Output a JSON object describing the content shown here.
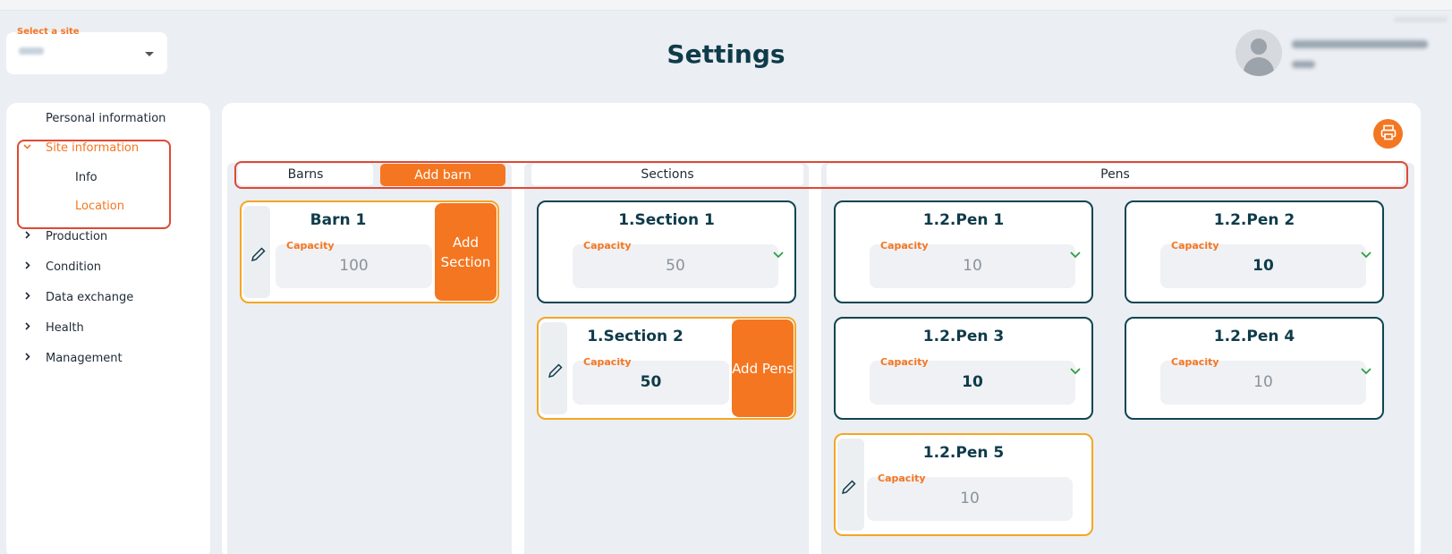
{
  "site_select": {
    "label": "Select a site",
    "value": ""
  },
  "page_title": "Settings",
  "user": {
    "email": "",
    "site": ""
  },
  "sidebar": {
    "items": [
      {
        "label": "Personal information"
      },
      {
        "label": "Site information",
        "expanded": true
      },
      {
        "label": "Info"
      },
      {
        "label": "Location"
      },
      {
        "label": "Production"
      },
      {
        "label": "Condition"
      },
      {
        "label": "Data exchange"
      },
      {
        "label": "Health"
      },
      {
        "label": "Management"
      }
    ]
  },
  "columns": {
    "barns": "Barns",
    "add_barn": "Add barn",
    "sections": "Sections",
    "pens": "Pens"
  },
  "capacity_label": "Capacity",
  "barns": [
    {
      "name": "Barn 1",
      "capacity": "100",
      "add_label": "Add Section"
    }
  ],
  "sections": [
    {
      "name": "1.Section 1",
      "capacity": "50"
    },
    {
      "name": "1.Section 2",
      "capacity": "50",
      "add_label": "Add Pens"
    }
  ],
  "pens": [
    {
      "name": "1.2.Pen 1",
      "capacity": "10"
    },
    {
      "name": "1.2.Pen 2",
      "capacity": "10"
    },
    {
      "name": "1.2.Pen 3",
      "capacity": "10"
    },
    {
      "name": "1.2.Pen 4",
      "capacity": "10"
    },
    {
      "name": "1.2.Pen 5",
      "capacity": "10"
    }
  ],
  "colors": {
    "accent": "#f47621",
    "dark_border": "#0f4552",
    "selected_border": "#f5a623",
    "highlight": "#e04834"
  }
}
